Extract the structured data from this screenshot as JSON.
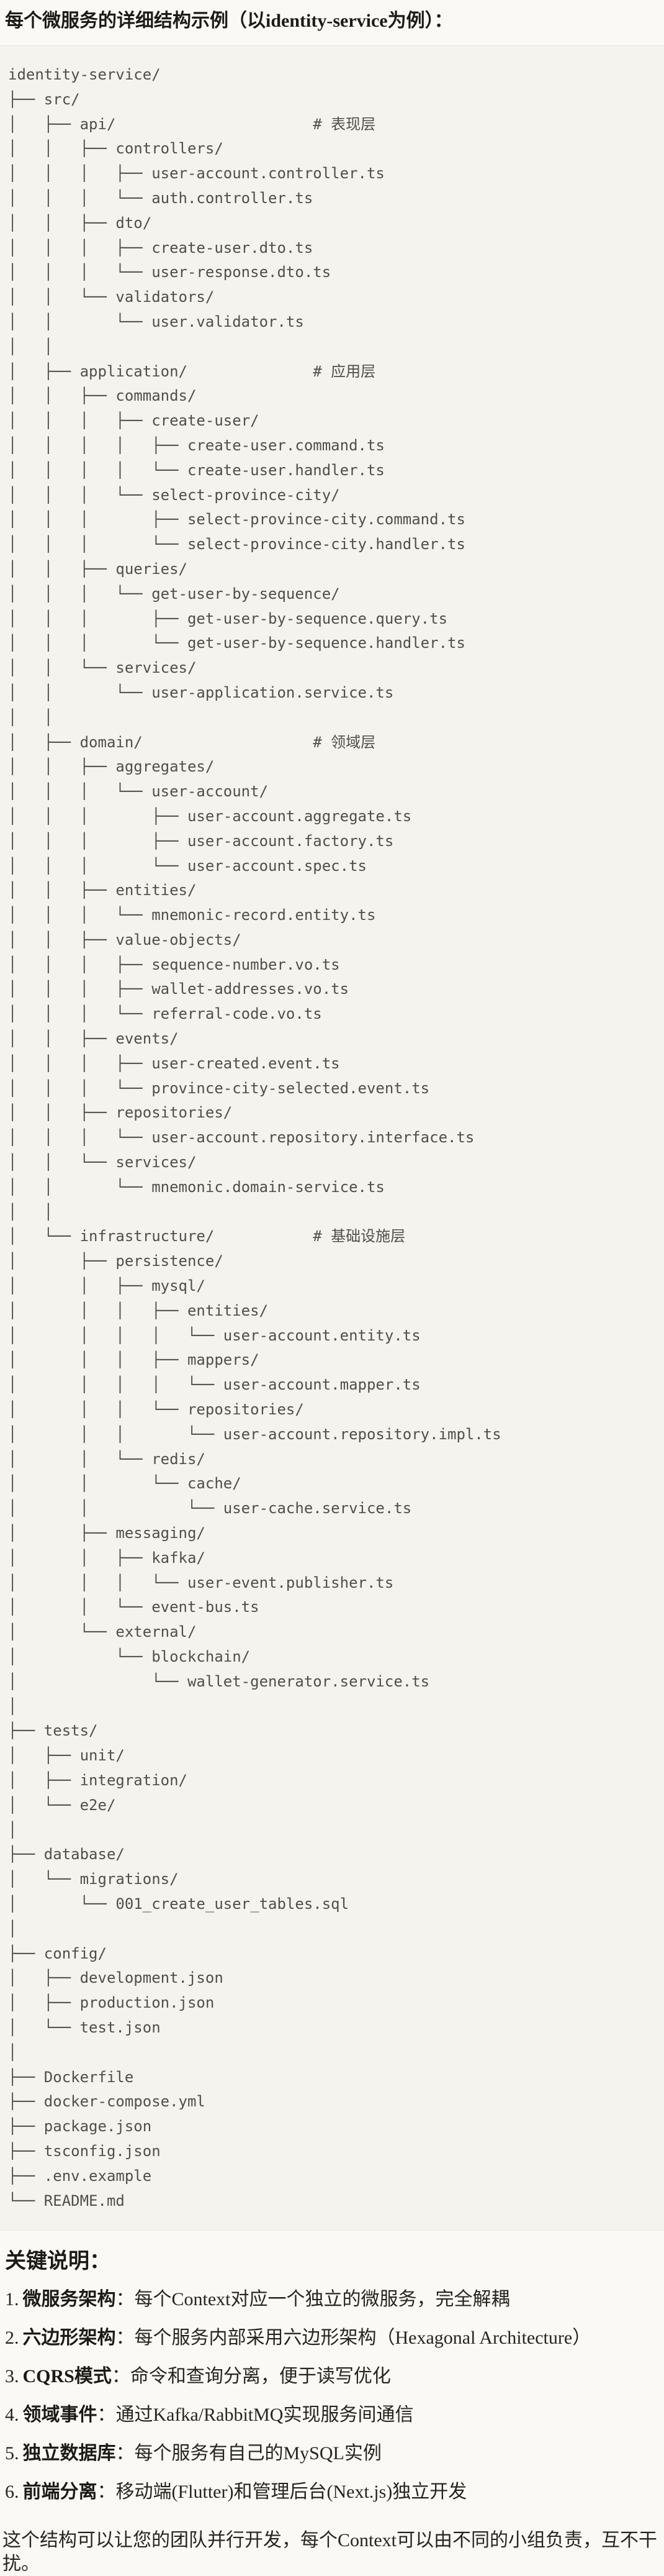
{
  "title": "每个微服务的详细结构示例（以identity-service为例）：",
  "tree": {
    "comment_marker": "#",
    "layer_comments": [
      "# 表现层",
      "# 应用层",
      "# 领域层",
      "# 基础设施层"
    ],
    "lines": [
      "identity-service/",
      "├── src/",
      "│   ├── api/                      # 表现层",
      "│   │   ├── controllers/",
      "│   │   │   ├── user-account.controller.ts",
      "│   │   │   └── auth.controller.ts",
      "│   │   ├── dto/",
      "│   │   │   ├── create-user.dto.ts",
      "│   │   │   └── user-response.dto.ts",
      "│   │   └── validators/",
      "│   │       └── user.validator.ts",
      "│   │",
      "│   ├── application/              # 应用层",
      "│   │   ├── commands/",
      "│   │   │   ├── create-user/",
      "│   │   │   │   ├── create-user.command.ts",
      "│   │   │   │   └── create-user.handler.ts",
      "│   │   │   └── select-province-city/",
      "│   │   │       ├── select-province-city.command.ts",
      "│   │   │       └── select-province-city.handler.ts",
      "│   │   ├── queries/",
      "│   │   │   └── get-user-by-sequence/",
      "│   │   │       ├── get-user-by-sequence.query.ts",
      "│   │   │       └── get-user-by-sequence.handler.ts",
      "│   │   └── services/",
      "│   │       └── user-application.service.ts",
      "│   │",
      "│   ├── domain/                   # 领域层",
      "│   │   ├── aggregates/",
      "│   │   │   └── user-account/",
      "│   │   │       ├── user-account.aggregate.ts",
      "│   │   │       ├── user-account.factory.ts",
      "│   │   │       └── user-account.spec.ts",
      "│   │   ├── entities/",
      "│   │   │   └── mnemonic-record.entity.ts",
      "│   │   ├── value-objects/",
      "│   │   │   ├── sequence-number.vo.ts",
      "│   │   │   ├── wallet-addresses.vo.ts",
      "│   │   │   └── referral-code.vo.ts",
      "│   │   ├── events/",
      "│   │   │   ├── user-created.event.ts",
      "│   │   │   └── province-city-selected.event.ts",
      "│   │   ├── repositories/",
      "│   │   │   └── user-account.repository.interface.ts",
      "│   │   └── services/",
      "│   │       └── mnemonic.domain-service.ts",
      "│   │",
      "│   └── infrastructure/           # 基础设施层",
      "│       ├── persistence/",
      "│       │   ├── mysql/",
      "│       │   │   ├── entities/",
      "│       │   │   │   └── user-account.entity.ts",
      "│       │   │   ├── mappers/",
      "│       │   │   │   └── user-account.mapper.ts",
      "│       │   │   └── repositories/",
      "│       │   │       └── user-account.repository.impl.ts",
      "│       │   └── redis/",
      "│       │       └── cache/",
      "│       │           └── user-cache.service.ts",
      "│       ├── messaging/",
      "│       │   ├── kafka/",
      "│       │   │   └── user-event.publisher.ts",
      "│       │   └── event-bus.ts",
      "│       └── external/",
      "│           └── blockchain/",
      "│               └── wallet-generator.service.ts",
      "│",
      "├── tests/",
      "│   ├── unit/",
      "│   ├── integration/",
      "│   └── e2e/",
      "│",
      "├── database/",
      "│   └── migrations/",
      "│       └── 001_create_user_tables.sql",
      "│",
      "├── config/",
      "│   ├── development.json",
      "│   ├── production.json",
      "│   └── test.json",
      "│",
      "├── Dockerfile",
      "├── docker-compose.yml",
      "├── package.json",
      "├── tsconfig.json",
      "├── .env.example",
      "└── README.md"
    ]
  },
  "notes": {
    "heading": "关键说明：",
    "items": [
      {
        "num": "1.",
        "label": "微服务架构",
        "text": "：每个Context对应一个独立的微服务，完全解耦"
      },
      {
        "num": "2.",
        "label": "六边形架构",
        "text": "：每个服务内部采用六边形架构（Hexagonal Architecture）"
      },
      {
        "num": "3.",
        "label": "CQRS模式",
        "text": "：命令和查询分离，便于读写优化"
      },
      {
        "num": "4.",
        "label": "领域事件",
        "text": "：通过Kafka/RabbitMQ实现服务间通信"
      },
      {
        "num": "5.",
        "label": "独立数据库",
        "text": "：每个服务有自己的MySQL实例"
      },
      {
        "num": "6.",
        "label": "前端分离",
        "text": "：移动端(Flutter)和管理后台(Next.js)独立开发"
      }
    ],
    "footer": "这个结构可以让您的团队并行开发，每个Context可以由不同的小组负责，互不干扰。"
  },
  "colors": {
    "page_bg": "#faf9f5",
    "code_bg": "#f4f3ee",
    "code_border": "#e8e6e0",
    "tree_text": "#504f4b",
    "heading_text": "#1c1b18",
    "body_text": "#26251f"
  }
}
